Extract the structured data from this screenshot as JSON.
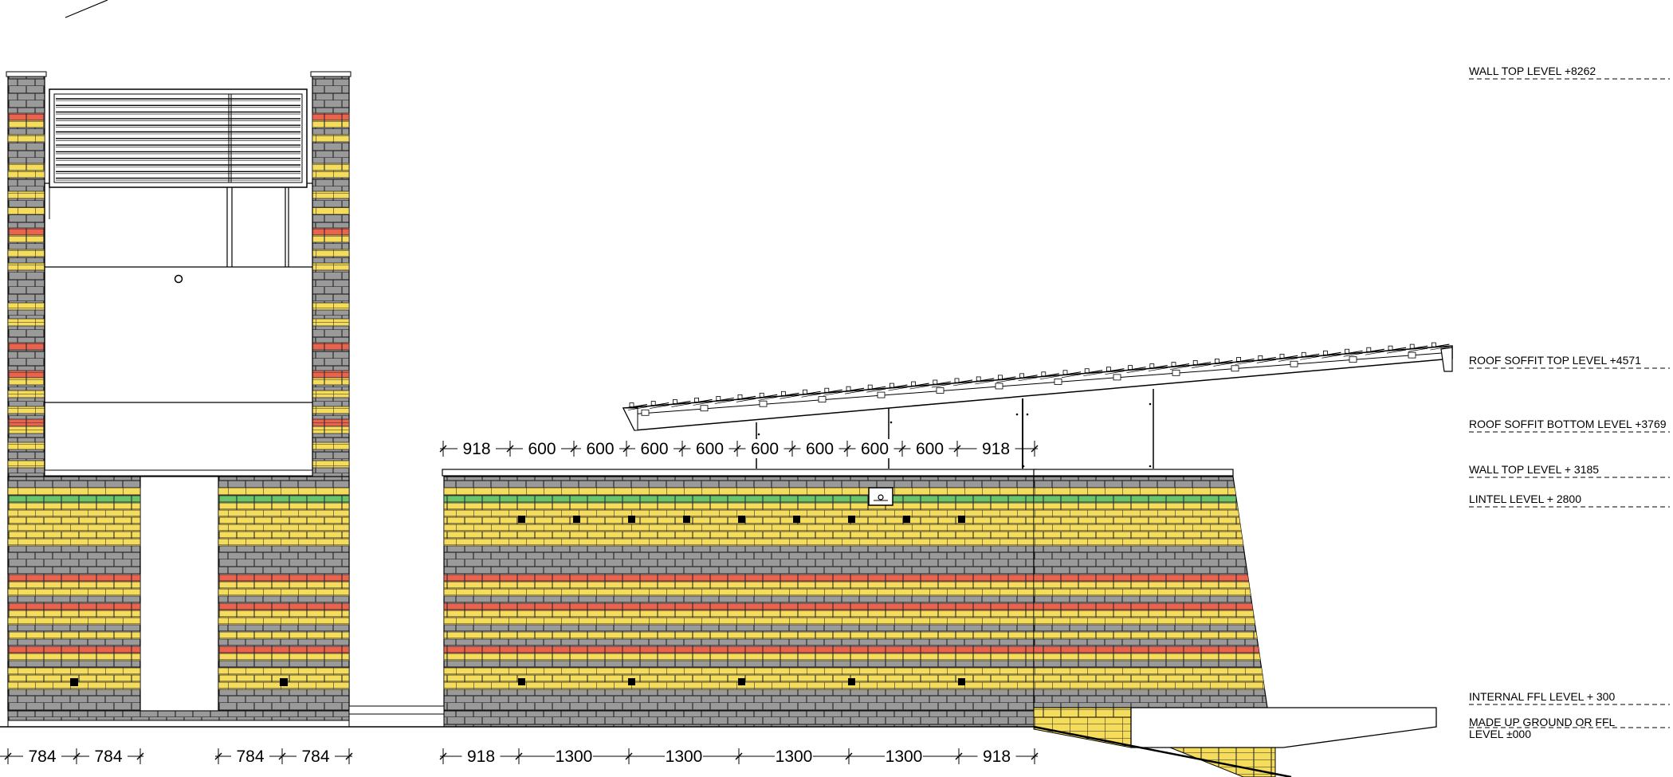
{
  "colors": {
    "brick_grey": "#9a9a9a",
    "brick_yellow": "#f5dc5a",
    "brick_red": "#e8644e",
    "brick_green": "#6cc46a",
    "mortar": "#2b2b2b",
    "line": "#000000",
    "background": "#ffffff"
  },
  "levels": [
    {
      "id": "wall-top-8262",
      "label": "WALL TOP LEVEL +8262"
    },
    {
      "id": "roof-soffit-top",
      "label": "ROOF SOFFIT TOP LEVEL +4571"
    },
    {
      "id": "roof-soffit-bottom",
      "label": "ROOF SOFFIT BOTTOM LEVEL +3769"
    },
    {
      "id": "wall-top-3185",
      "label": "WALL TOP LEVEL + 3185"
    },
    {
      "id": "lintel",
      "label": "LINTEL LEVEL + 2800"
    },
    {
      "id": "internal-ffl",
      "label": "INTERNAL FFL LEVEL + 300"
    },
    {
      "id": "made-up-ground",
      "label": "MADE UP GROUND OR FFL",
      "label2": "LEVEL ±000"
    }
  ],
  "top_dimensions": [
    "918",
    "600",
    "600",
    "600",
    "600",
    "600",
    "600",
    "600",
    "600",
    "918"
  ],
  "bottom_dimensions_left": [
    "784",
    "784",
    "784",
    "784"
  ],
  "bottom_dimensions_right": [
    "918",
    "1300",
    "1300",
    "1300",
    "1300",
    "918"
  ]
}
